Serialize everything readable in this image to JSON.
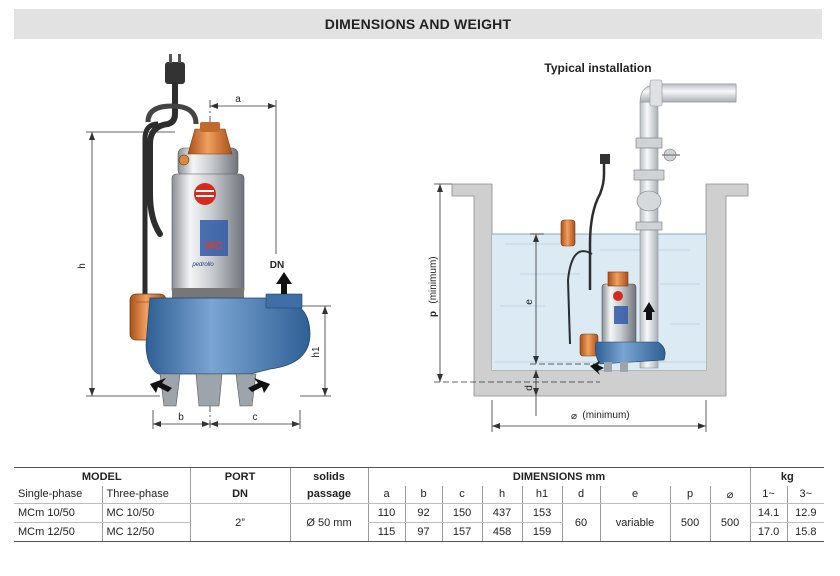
{
  "page_title": "DIMENSIONS AND WEIGHT",
  "installation": {
    "title": "Typical installation",
    "p_label": "p",
    "p_min": "(minimum)",
    "e_label": "e",
    "d_label": "d",
    "diag_symbol": "⌀",
    "min_label": "(minimum)"
  },
  "pump_labels": {
    "a": "a",
    "h": "h",
    "h1": "h1",
    "b": "b",
    "c": "c",
    "dn": "DN",
    "badge": "MC",
    "brand": "pedrollo"
  },
  "table": {
    "group_model": "MODEL",
    "single_phase": "Single-phase",
    "three_phase": "Three-phase",
    "port": "PORT",
    "port_sub": "DN",
    "solids_line1": "solids",
    "solids_line2": "passage",
    "dimensions": "DIMENSIONS mm",
    "kg": "kg",
    "col_a": "a",
    "col_b": "b",
    "col_c": "c",
    "col_h": "h",
    "col_h1": "h1",
    "col_d": "d",
    "col_e": "e",
    "col_p": "p",
    "col_diag": "⌀",
    "kg_1": "1~",
    "kg_3": "3~",
    "port_value": "2”",
    "solids_value": "Ø 50 mm",
    "d_value": "60",
    "e_value": "variable",
    "p_value": "500",
    "diag_value": "500",
    "rows": [
      {
        "single": "MCm 10/50",
        "three": "MC 10/50",
        "a": "110",
        "b": "92",
        "c": "150",
        "h": "437",
        "h1": "153",
        "kg1": "14.1",
        "kg3": "12.9"
      },
      {
        "single": "MCm 12/50",
        "three": "MC 12/50",
        "a": "115",
        "b": "97",
        "c": "157",
        "h": "458",
        "h1": "159",
        "kg1": "17.0",
        "kg3": "15.8"
      }
    ]
  },
  "colors": {
    "banner_bg": "#e2e2e2",
    "pump_blue": "#4a7fb7",
    "float_orange": "#d9772e",
    "water": "#dceaf4",
    "wall": "#cfcfcf"
  }
}
